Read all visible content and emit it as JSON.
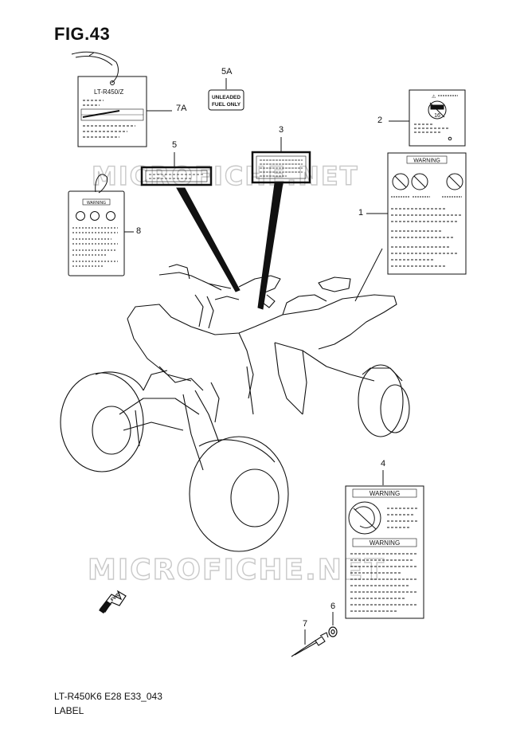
{
  "figure": {
    "title": "FIG.43",
    "footer_code": "LT-R450K6 E28 E33_043",
    "footer_label": "LABEL"
  },
  "watermark": {
    "text": "MICROFICHE.NET",
    "color": "#c9c9c9"
  },
  "callouts": {
    "c1": "1",
    "c2": "2",
    "c3": "3",
    "c4": "4",
    "c5": "5",
    "c5a": "5A",
    "c6": "6",
    "c7": "7",
    "c7a": "7A",
    "c8": "8"
  },
  "labels": {
    "tag_7a_text": "LT-R450/Z",
    "fuel_line1": "UNLEADED",
    "fuel_line2": "FUEL ONLY",
    "warning_text": "WARNING",
    "warning_small": "WARNING",
    "label2_number": "16",
    "fwd_text": "FWD"
  },
  "colors": {
    "line": "#111111",
    "background": "#ffffff"
  },
  "icons": {
    "fwd": "forward-arrow-icon",
    "warning": "warning-triangle-icon"
  }
}
